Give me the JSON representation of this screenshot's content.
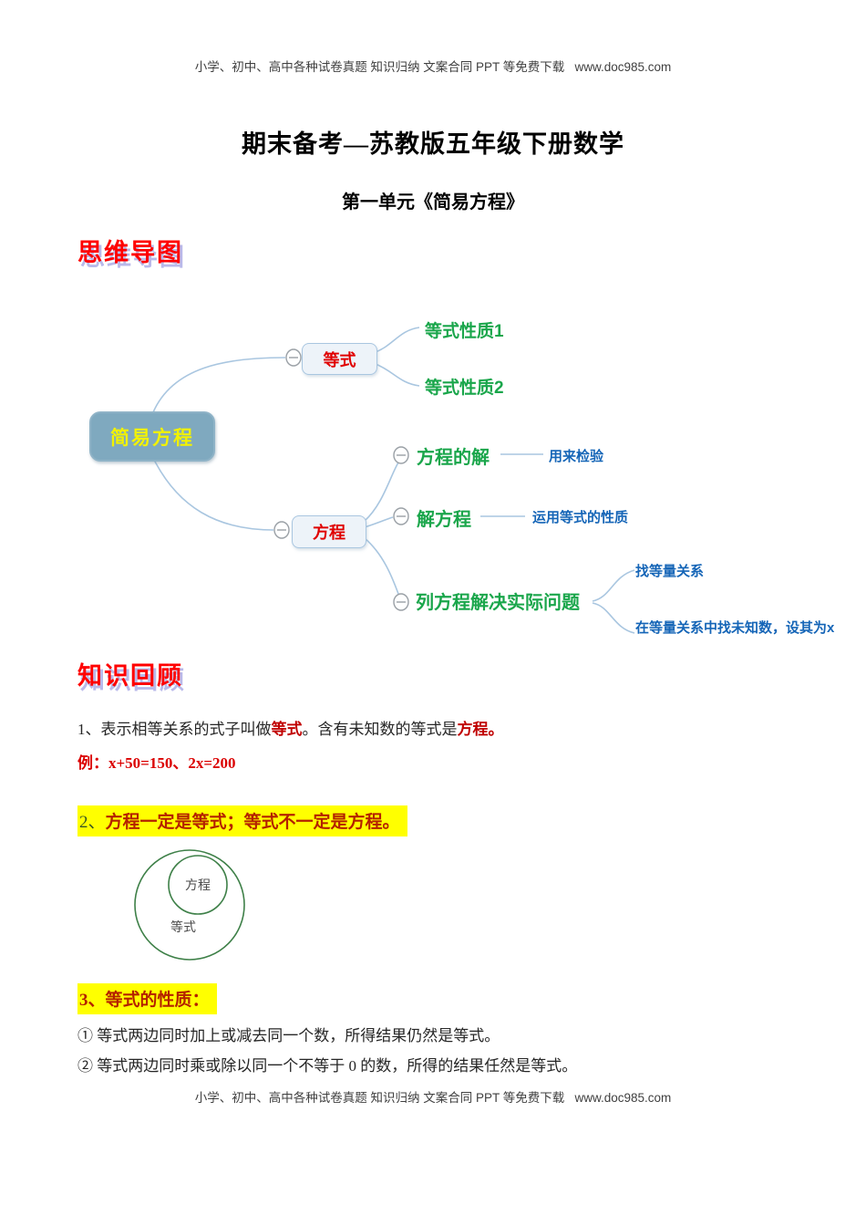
{
  "page": {
    "header": "小学、初中、高中各种试卷真题 知识归纳 文案合同 PPT 等免费下载   www.doc985.com",
    "footer": "小学、初中、高中各种试卷真题 知识归纳 文案合同 PPT 等免费下载   www.doc985.com",
    "title": "期末备考—苏教版五年级下册数学",
    "subtitle": "第一单元《简易方程》"
  },
  "sections": {
    "mindmap_heading": "思维导图",
    "review_heading": "知识回顾"
  },
  "mindmap": {
    "root": "简易方程",
    "branch_equality": {
      "label": "等式",
      "children": [
        "等式性质1",
        "等式性质2"
      ]
    },
    "branch_equation": {
      "label": "方程",
      "children": [
        {
          "label": "方程的解",
          "note": "用来检验"
        },
        {
          "label": "解方程",
          "note": "运用等式的性质"
        },
        {
          "label": "列方程解决实际问题",
          "children": [
            "找等量关系",
            "在等量关系中找未知数，设其为x"
          ]
        }
      ]
    }
  },
  "review": {
    "p1": {
      "prefix": "1、表示相等关系的式子叫做",
      "term1": "等式",
      "mid": "。含有未知数的等式是",
      "term2": "方程。"
    },
    "example": "例：x+50=150、2x=200",
    "p2": {
      "num": "2、",
      "text": "方程一定是等式；等式不一定是方程。"
    },
    "venn": {
      "inner": "方程",
      "outer": "等式"
    },
    "p3": {
      "num": "3、",
      "text": "等式的性质："
    },
    "property1": "①  等式两边同时加上或减去同一个数，所得结果仍然是等式。",
    "property2": "②  等式两边同时乘或除以同一个不等于 0 的数，所得的结果任然是等式。"
  },
  "colors": {
    "heading_red": "#ff0000",
    "heading_shadow": "#b9b9ea",
    "node_text_red": "#e00000",
    "branch_green": "#1aa64b",
    "note_blue": "#1565b7",
    "root_fill": "#7fa9bf",
    "root_text_yellow": "#f2f200",
    "node_fill": "#edf3f9",
    "connector_blue": "#a9c6e0",
    "highlight_yellow": "#ffff00",
    "highlight_text_dark_red": "#b42100",
    "inline_crimson": "#c00000",
    "example_red": "#db0000",
    "venn_green": "#3e8048"
  }
}
